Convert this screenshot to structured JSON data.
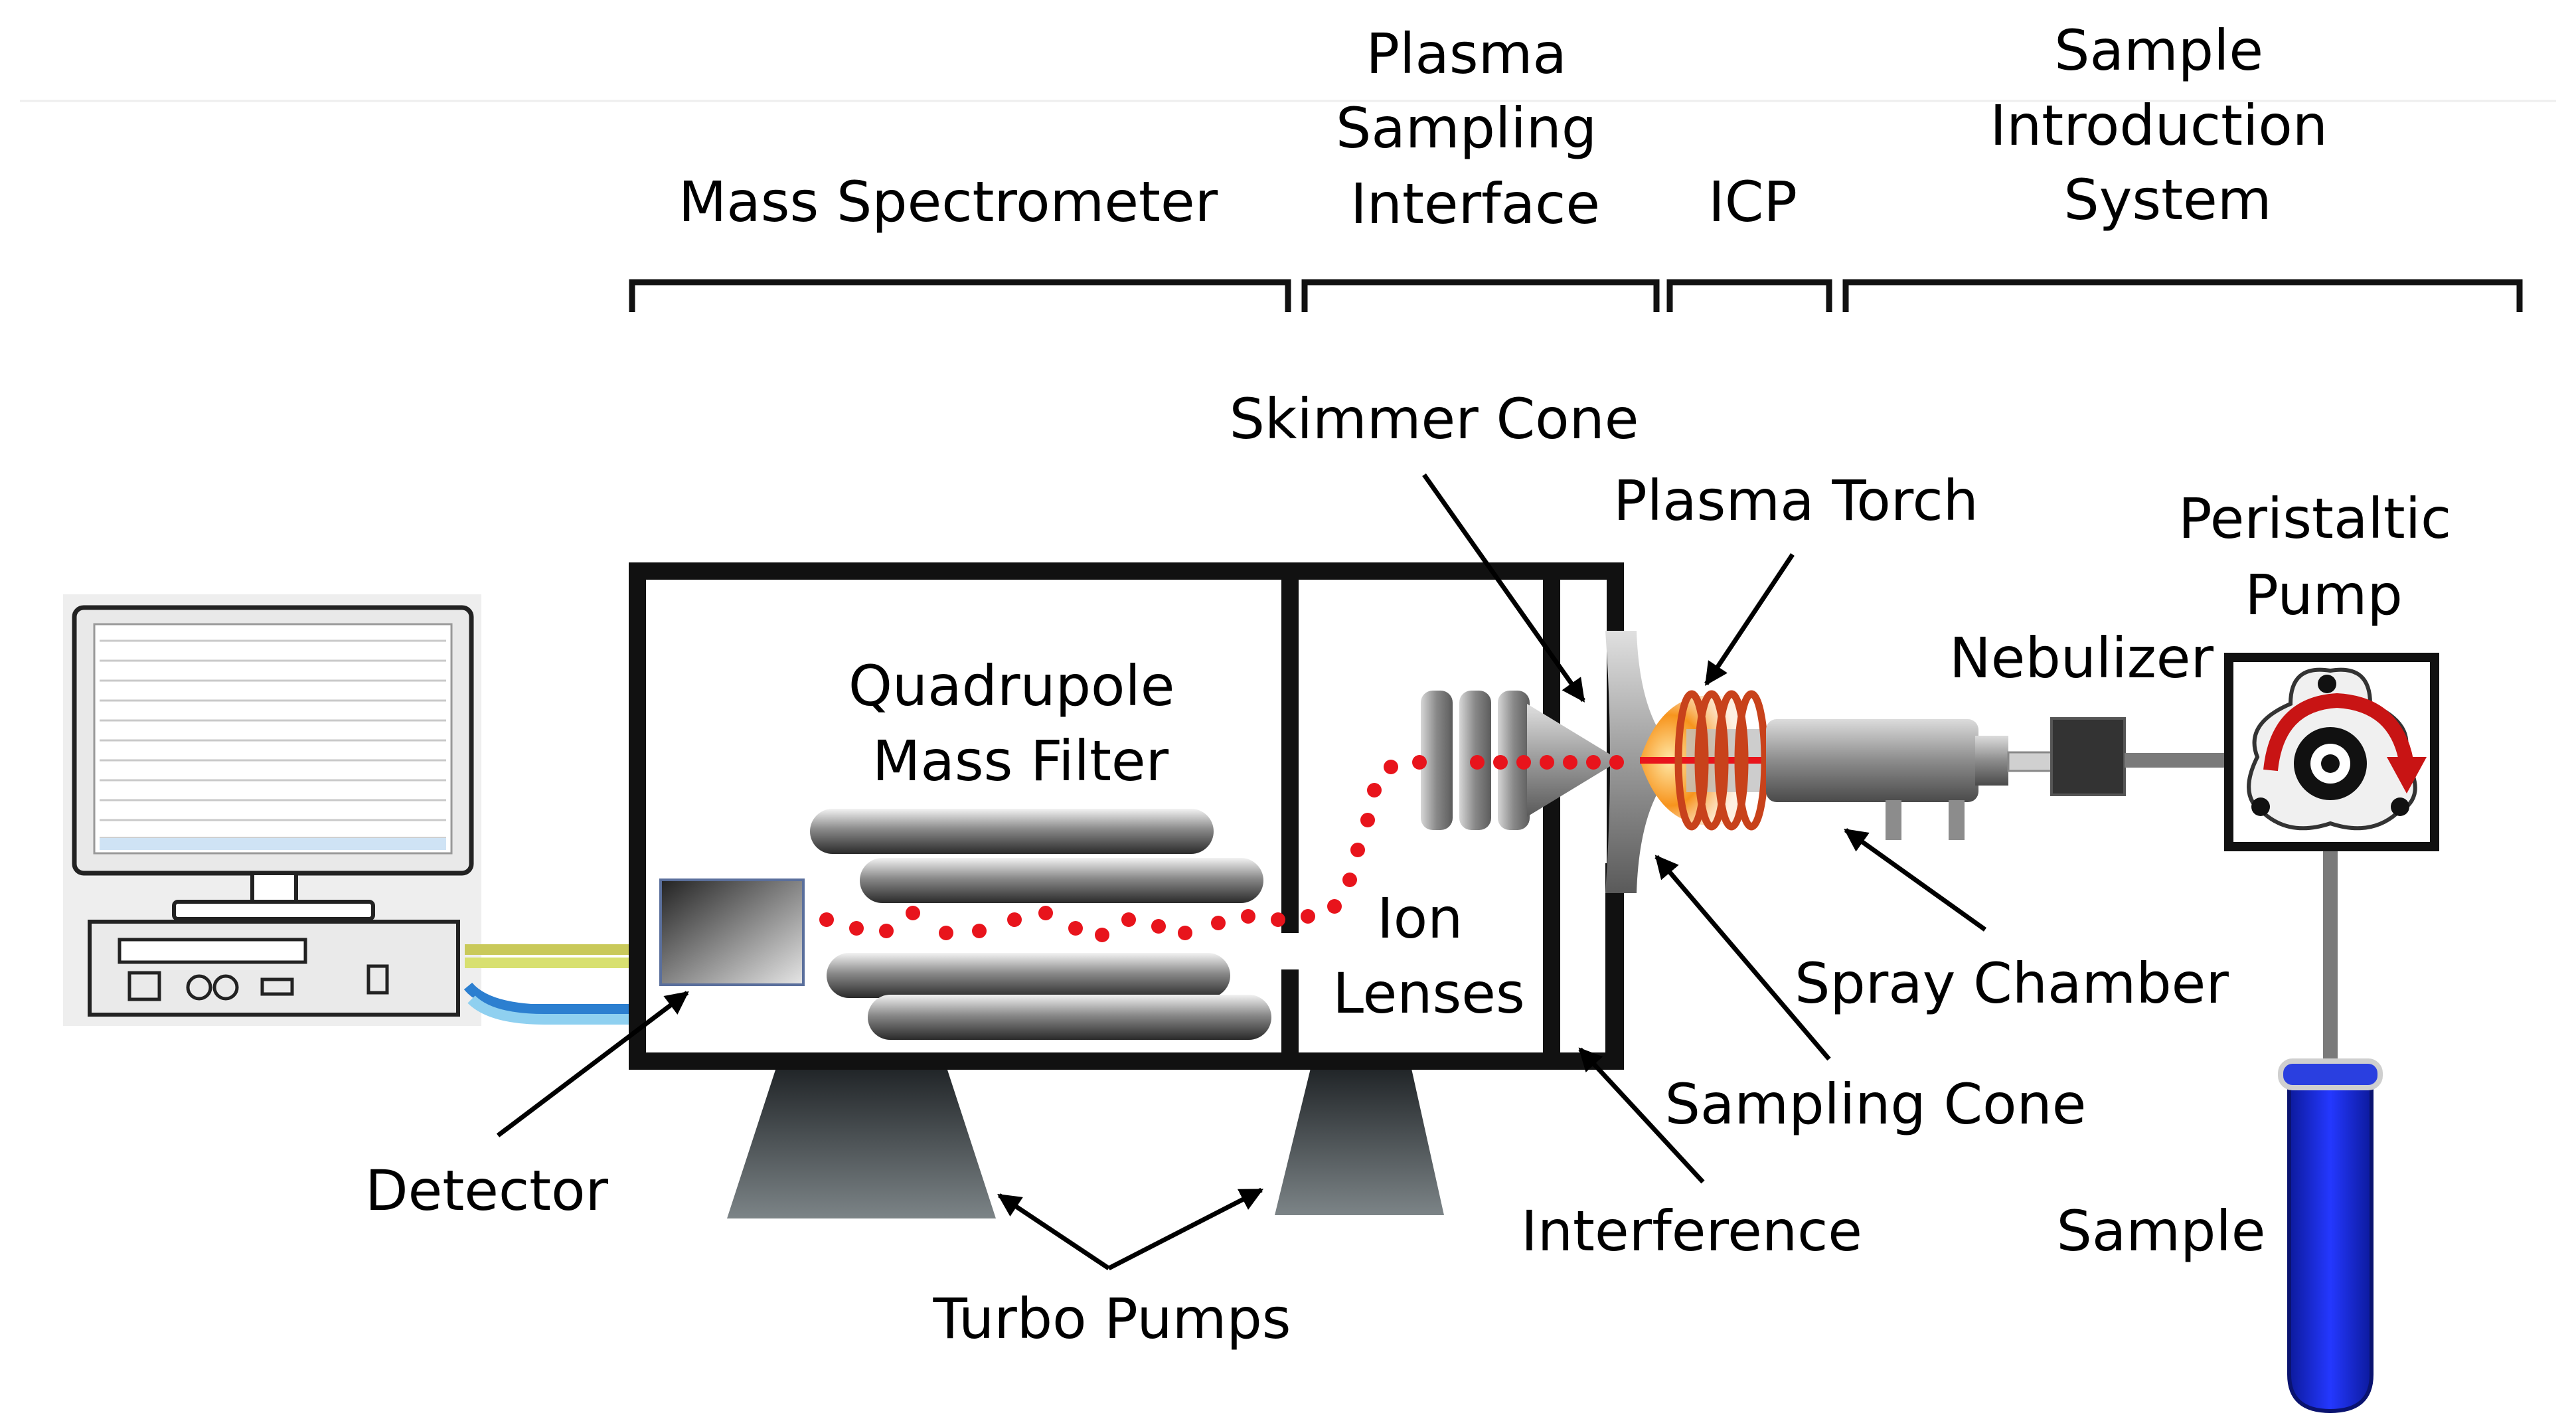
{
  "sections": {
    "mass_spectrometer": "Mass Spectrometer",
    "plasma_sampling_interface": [
      "Plasma",
      "Sampling",
      "Interface"
    ],
    "icp": "ICP",
    "sample_introduction_system": [
      "Sample",
      "Introduction",
      "System"
    ]
  },
  "components": {
    "skimmer_cone": "Skimmer Cone",
    "plasma_torch": "Plasma Torch",
    "peristaltic_pump": [
      "Peristaltic",
      "Pump"
    ],
    "nebulizer": "Nebulizer",
    "quadrupole_mass_filter": [
      "Quadrupole",
      "Mass Filter"
    ],
    "ion_lenses": [
      "Ion",
      "Lenses"
    ],
    "spray_chamber": "Spray Chamber",
    "sampling_cone": "Sampling Cone",
    "detector": "Detector",
    "interference": "Interference",
    "sample": "Sample",
    "turbo_pumps": "Turbo Pumps"
  },
  "colors": {
    "ion_beam": "#e8141c",
    "sample_tube": "#1a2fd6",
    "housing": "#111111",
    "plasma": "#f7941d",
    "coil": "#c8421b"
  }
}
